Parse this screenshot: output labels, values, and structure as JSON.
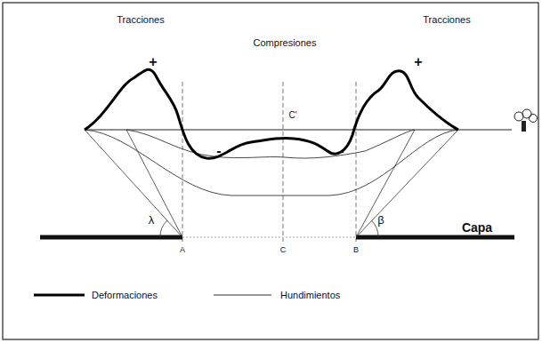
{
  "diagram": {
    "labels": [
      "Tracciones",
      "Compresiones",
      "Tracciones",
      "+",
      "-",
      "-",
      "+",
      "C'",
      "λ",
      "β",
      "Capa",
      "A",
      "C",
      "B"
    ],
    "legend": [
      {
        "text": "Deformaciones"
      },
      {
        "text": "Hundimientos"
      }
    ]
  }
}
